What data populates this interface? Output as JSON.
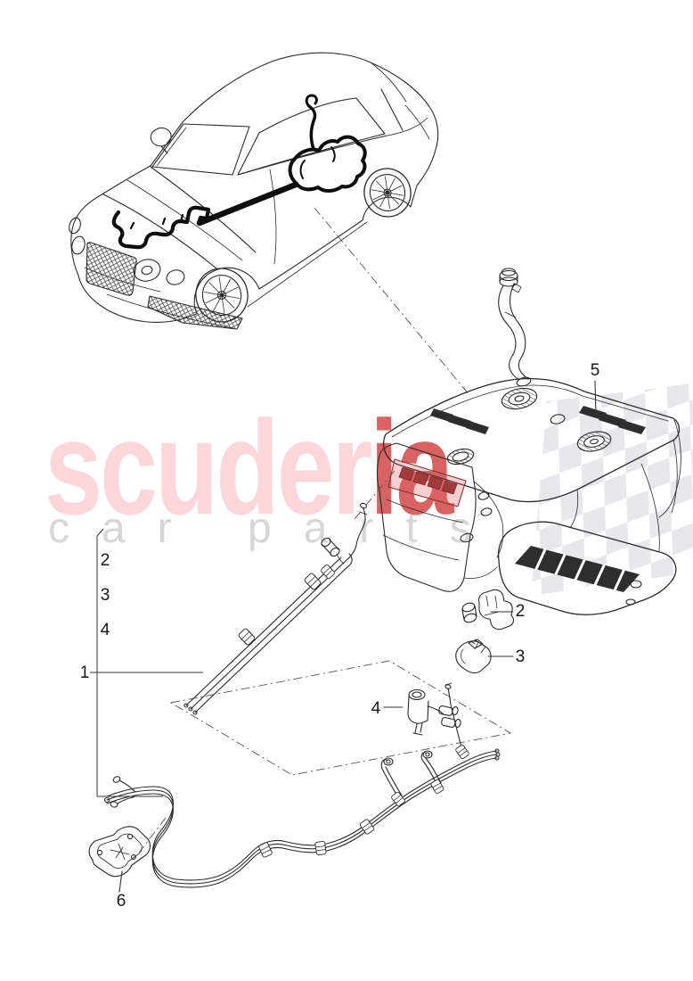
{
  "watermark": {
    "brand_prefix": "scuder",
    "brand_suffix": "ia",
    "subtitle": "car parts",
    "colors": {
      "pink": "#fbd7da",
      "red": "#d96263",
      "gray": "#d7d7d9",
      "flag": "#e8e8ec"
    }
  },
  "callouts": {
    "assembly": "1",
    "bracket_item_top": "2",
    "bracket_item_mid": "3",
    "bracket_item_bot": "4",
    "clip_square": "2",
    "clip_round": "3",
    "valve": "4",
    "fuel_tank": "5",
    "mount_bracket": "6"
  }
}
